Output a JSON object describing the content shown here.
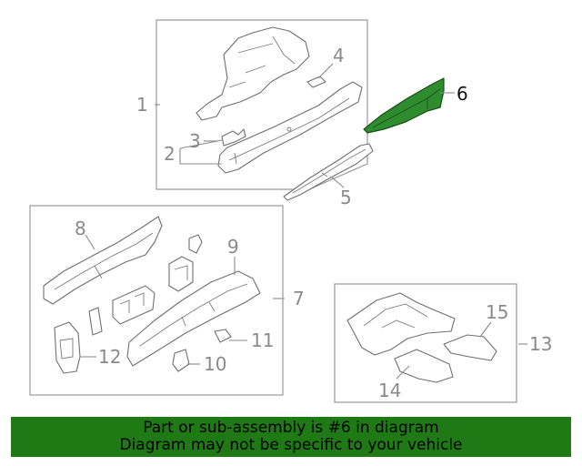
{
  "diagram": {
    "highlight_color": "#2e8b2e",
    "labels": {
      "l1": "1",
      "l2": "2",
      "l3": "3",
      "l4": "4",
      "l5": "5",
      "l6": "6",
      "l7": "7",
      "l8": "8",
      "l9": "9",
      "l10": "10",
      "l11": "11",
      "l12": "12",
      "l13": "13",
      "l14": "14",
      "l15": "15"
    }
  },
  "banner": {
    "line1": "Part or sub-assembly is #6 in diagram",
    "line2": "Diagram may not be specific to your vehicle",
    "background": "#1f7a16"
  }
}
